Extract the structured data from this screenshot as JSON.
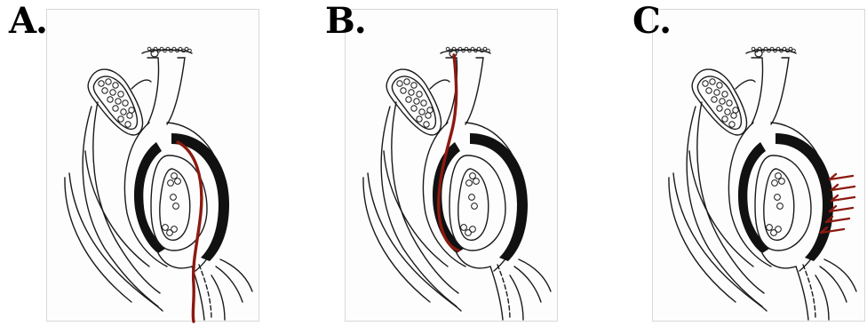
{
  "panels": [
    {
      "label": "A.",
      "pathway": "chalazogamy"
    },
    {
      "label": "B.",
      "pathway": "porogamy"
    },
    {
      "label": "C.",
      "pathway": "mesogamy"
    }
  ],
  "colors": {
    "line": "#1a1a1a",
    "integument": "#111111",
    "pollen_tube": "#8b1a10",
    "paper": "#fdfdfd"
  }
}
